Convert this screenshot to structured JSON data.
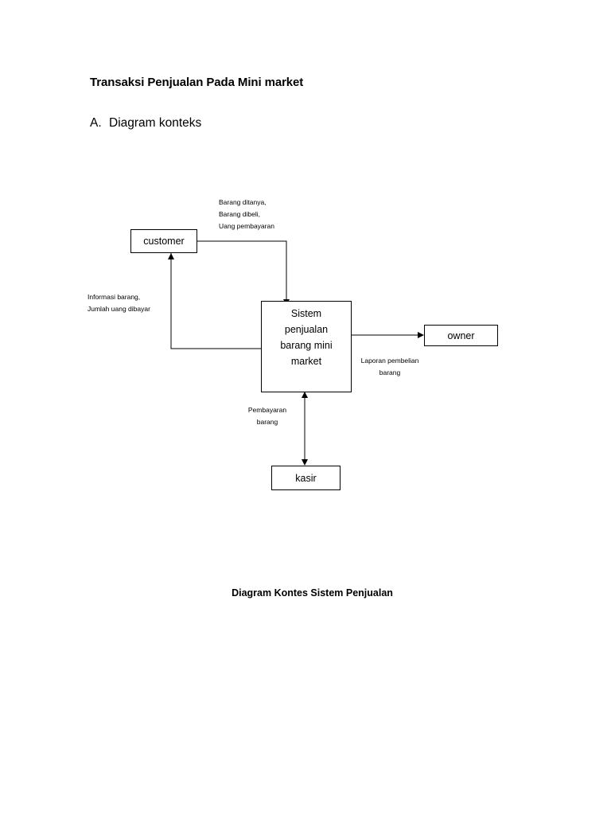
{
  "document": {
    "title": "Transaksi Penjualan Pada Mini market",
    "section": {
      "marker": "A.",
      "heading": "Diagram konteks"
    },
    "caption": "Diagram Kontes Sistem Penjualan"
  },
  "diagram": {
    "entities": {
      "customer": "customer",
      "owner": "owner",
      "kasir": "kasir"
    },
    "process": {
      "lines": [
        "Sistem",
        "penjualan",
        "barang mini",
        "market"
      ]
    },
    "flows": {
      "customer_to_system": [
        "Barang ditanya,",
        "Barang dibeli,",
        "Uang pembayaran"
      ],
      "system_to_customer": [
        "Informasi barang,",
        "Jumlah uang dibayar"
      ],
      "system_to_owner": [
        "Laporan pembelian",
        "barang"
      ],
      "system_kasir": [
        "Pembayaran",
        "barang"
      ]
    }
  }
}
